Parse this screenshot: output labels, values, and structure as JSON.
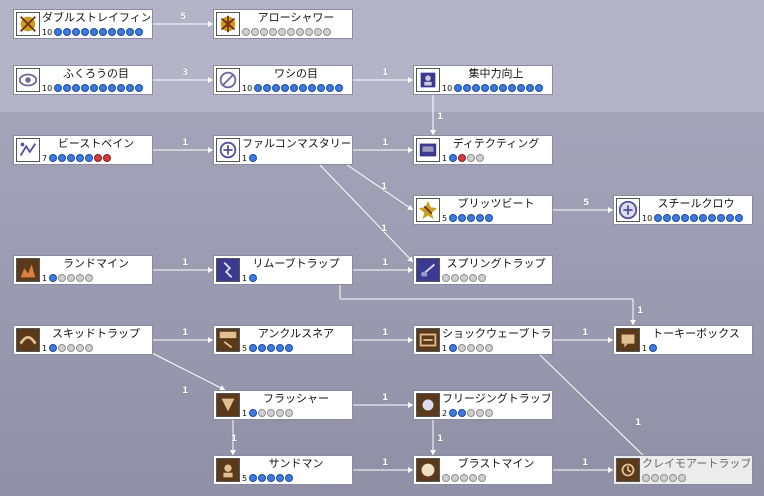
{
  "colors": {
    "panel_top": "#b4b4c8",
    "panel_bottom": "#9a9ab0",
    "connector": "#ffffff",
    "learned_dot": "#3d7be0",
    "locked_dot": "#d0d0d0",
    "required_dot": "#d43b3b"
  },
  "skills": [
    {
      "id": "double-strafe",
      "name": "ダブルストレイフィング",
      "max_lv": "10",
      "dots": "bbbbbbbbbb",
      "icon": "double-strafe-icon",
      "icon_color": "#c8a020",
      "locked": false
    },
    {
      "id": "arrow-shower",
      "name": "アローシャワー",
      "max_lv": "",
      "dots": "gggggggggg",
      "icon": "arrow-shower-icon",
      "icon_color": "#c8a020",
      "locked": false
    },
    {
      "id": "owls-eye",
      "name": "ふくろうの目",
      "max_lv": "10",
      "dots": "bbbbbbbbbb",
      "icon": "owls-eye-icon",
      "icon_color": "#6a6aa0",
      "locked": false
    },
    {
      "id": "vultures-eye",
      "name": "ワシの目",
      "max_lv": "10",
      "dots": "bbbbbbbbbb",
      "icon": "vultures-eye-icon",
      "icon_color": "#6a6aa0",
      "locked": false
    },
    {
      "id": "improve-concentration",
      "name": "集中力向上",
      "max_lv": "10",
      "dots": "bbbbbbbbbb",
      "icon": "concentration-icon",
      "icon_color": "#3a3a90",
      "locked": false
    },
    {
      "id": "beast-bane",
      "name": "ビーストベイン",
      "max_lv": "7",
      "dots": "bbbbbrr",
      "icon": "beast-bane-icon",
      "icon_color": "#5050a0",
      "locked": false
    },
    {
      "id": "falconry-mastery",
      "name": "ファルコンマスタリー",
      "max_lv": "1",
      "dots": "b",
      "icon": "falconry-icon",
      "icon_color": "#5050a0",
      "locked": false
    },
    {
      "id": "detecting",
      "name": "ディテクティング",
      "max_lv": "1",
      "dots": "brgg",
      "icon": "detecting-icon",
      "icon_color": "#3a3a90",
      "locked": false
    },
    {
      "id": "blitz-beat",
      "name": "ブリッツビート",
      "max_lv": "5",
      "dots": "bbbbb",
      "icon": "blitz-beat-icon",
      "icon_color": "#c8a020",
      "locked": false
    },
    {
      "id": "steel-crow",
      "name": "スチールクロウ",
      "max_lv": "10",
      "dots": "bbbbbbbbbb",
      "icon": "steel-crow-icon",
      "icon_color": "#5050a0",
      "locked": false
    },
    {
      "id": "land-mine",
      "name": "ランドマイン",
      "max_lv": "1",
      "dots": "bgggg",
      "icon": "land-mine-icon",
      "icon_color": "#5a3a1a",
      "locked": false
    },
    {
      "id": "remove-trap",
      "name": "リムーブトラップ",
      "max_lv": "1",
      "dots": "b",
      "icon": "remove-trap-icon",
      "icon_color": "#3a3a90",
      "locked": false
    },
    {
      "id": "spring-trap",
      "name": "スプリングトラップ",
      "max_lv": "",
      "dots": "ggggg",
      "icon": "spring-trap-icon",
      "icon_color": "#3a3a90",
      "locked": false
    },
    {
      "id": "skid-trap",
      "name": "スキッドトラップ",
      "max_lv": "1",
      "dots": "bgggg",
      "icon": "skid-trap-icon",
      "icon_color": "#5a3a1a",
      "locked": false
    },
    {
      "id": "ankle-snare",
      "name": "アンクルスネア",
      "max_lv": "5",
      "dots": "bbbbb",
      "icon": "ankle-snare-icon",
      "icon_color": "#5a3a1a",
      "locked": false
    },
    {
      "id": "shockwave-trap",
      "name": "ショックウェーブトラップ",
      "max_lv": "1",
      "dots": "bgggg",
      "icon": "shockwave-trap-icon",
      "icon_color": "#5a3a1a",
      "locked": false
    },
    {
      "id": "talkie-box",
      "name": "トーキーボックス",
      "max_lv": "1",
      "dots": "b",
      "icon": "talkie-box-icon",
      "icon_color": "#5a3a1a",
      "locked": false
    },
    {
      "id": "flasher",
      "name": "フラッシャー",
      "max_lv": "1",
      "dots": "bgggg",
      "icon": "flasher-icon",
      "icon_color": "#5a3a1a",
      "locked": false
    },
    {
      "id": "freezing-trap",
      "name": "フリージングトラップ",
      "max_lv": "2",
      "dots": "bbggg",
      "icon": "freezing-trap-icon",
      "icon_color": "#5a3a1a",
      "locked": false
    },
    {
      "id": "sandman",
      "name": "サンドマン",
      "max_lv": "5",
      "dots": "bbbbb",
      "icon": "sandman-icon",
      "icon_color": "#5a3a1a",
      "locked": false
    },
    {
      "id": "blast-mine",
      "name": "ブラストマイン",
      "max_lv": "",
      "dots": "ggggg",
      "icon": "blast-mine-icon",
      "icon_color": "#5a3a1a",
      "locked": false
    },
    {
      "id": "claymore-trap",
      "name": "クレイモアートラップ",
      "max_lv": "",
      "dots": "ggggg",
      "icon": "claymore-trap-icon",
      "icon_color": "#5a3a1a",
      "locked": true
    }
  ],
  "requirements": [
    {
      "from": "double-strafe",
      "to": "arrow-shower",
      "level": "5"
    },
    {
      "from": "owls-eye",
      "to": "vultures-eye",
      "level": "3"
    },
    {
      "from": "vultures-eye",
      "to": "improve-concentration",
      "level": "1"
    },
    {
      "from": "improve-concentration",
      "to": "detecting",
      "level": "1"
    },
    {
      "from": "beast-bane",
      "to": "falconry-mastery",
      "level": "1"
    },
    {
      "from": "falconry-mastery",
      "to": "detecting",
      "level": "1"
    },
    {
      "from": "falconry-mastery",
      "to": "blitz-beat",
      "level": "1"
    },
    {
      "from": "falconry-mastery",
      "to": "spring-trap",
      "level": "1"
    },
    {
      "from": "blitz-beat",
      "to": "steel-crow",
      "level": "5"
    },
    {
      "from": "land-mine",
      "to": "remove-trap",
      "level": "1"
    },
    {
      "from": "remove-trap",
      "to": "spring-trap",
      "level": "1"
    },
    {
      "from": "remove-trap",
      "to": "talkie-box",
      "level": "1"
    },
    {
      "from": "skid-trap",
      "to": "ankle-snare",
      "level": "1"
    },
    {
      "from": "skid-trap",
      "to": "flasher",
      "level": "1"
    },
    {
      "from": "ankle-snare",
      "to": "shockwave-trap",
      "level": "1"
    },
    {
      "from": "shockwave-trap",
      "to": "talkie-box",
      "level": "1"
    },
    {
      "from": "shockwave-trap",
      "to": "claymore-trap",
      "level": "1"
    },
    {
      "from": "flasher",
      "to": "freezing-trap",
      "level": "1"
    },
    {
      "from": "flasher",
      "to": "sandman",
      "level": "1"
    },
    {
      "from": "freezing-trap",
      "to": "blast-mine",
      "level": "1"
    },
    {
      "from": "sandman",
      "to": "blast-mine",
      "level": "1"
    },
    {
      "from": "blast-mine",
      "to": "claymore-trap",
      "level": "1"
    }
  ]
}
